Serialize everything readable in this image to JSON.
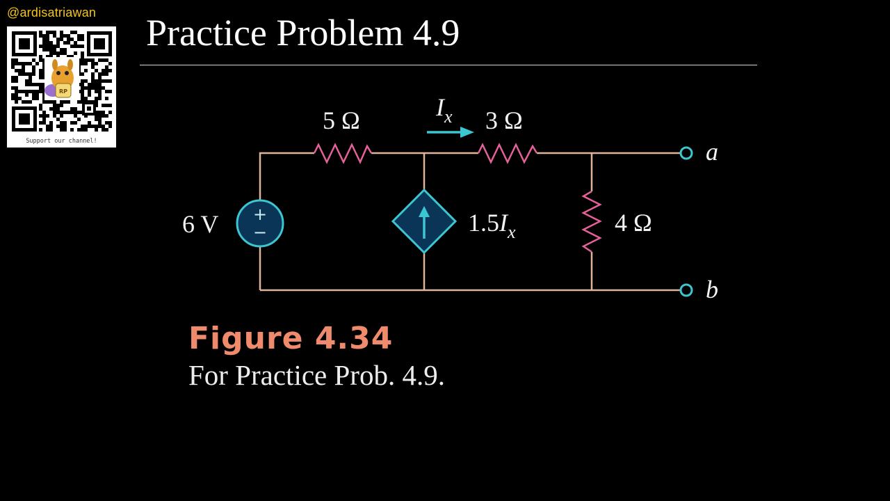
{
  "channel": {
    "handle": "@ardisatriawan",
    "qr_caption": "Support our channel!",
    "qr_mascot_badge": "RP"
  },
  "slide": {
    "title": "Practice Problem 4.9"
  },
  "circuit": {
    "source_label": "6 V",
    "source_plus": "+",
    "source_minus": "−",
    "r1_label": "5 Ω",
    "r2_label": "3 Ω",
    "r3_label": "4 Ω",
    "current_symbol": "I",
    "current_subscript": "x",
    "dependent_coefficient": "1.5",
    "dependent_symbol": "I",
    "dependent_subscript": "x",
    "terminal_a": "a",
    "terminal_b": "b"
  },
  "figure": {
    "label": "Figure 4.34",
    "caption": "For Practice Prob. 4.9."
  },
  "colors": {
    "wire": "#e0b49a",
    "resistor": "#e6609a",
    "source": "#3cc6d2",
    "source_fill": "#0a3556",
    "figure_label": "#f08a6c",
    "handle": "#f5c518"
  }
}
